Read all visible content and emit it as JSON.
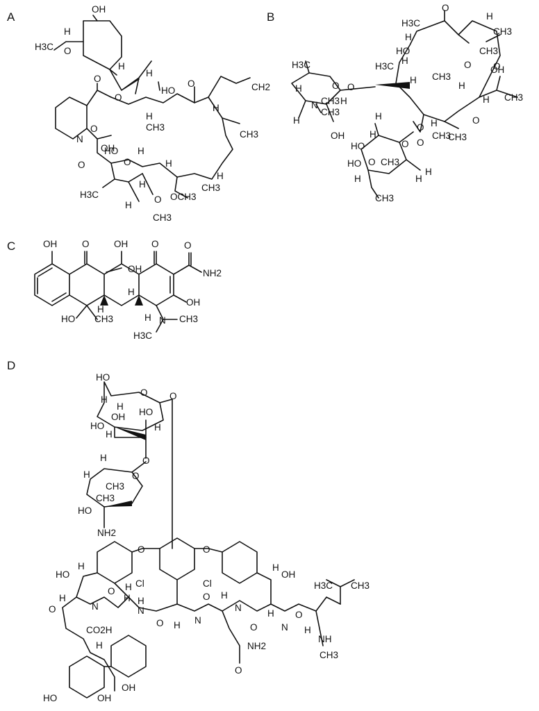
{
  "panels": {
    "a": {
      "label": "A",
      "atoms": [
        "OH",
        "H",
        "H3C",
        "O",
        "H",
        "O",
        "O",
        "HO",
        "O",
        "OH",
        "N",
        "O",
        "HO",
        "H",
        "O",
        "H",
        "O",
        "H3C",
        "H",
        "O",
        "CH3",
        "CH3",
        "H",
        "H",
        "CH3",
        "OCH3",
        "H",
        "CH3",
        "H",
        "CH2",
        "H"
      ]
    },
    "b": {
      "label": "B",
      "atoms": [
        "H3C",
        "H",
        "O",
        "H",
        "HO",
        "H",
        "CH3",
        "H3C",
        "CH3",
        "O",
        "H",
        "CH3",
        "O",
        "OH",
        "H",
        "H",
        "CH3",
        "O",
        "H3C",
        "H",
        "O",
        "N",
        "CH3",
        "CH3",
        "O",
        "H",
        "H",
        "O",
        "CH3",
        "H",
        "CH3",
        "O",
        "HO",
        "H",
        "OH",
        "HO",
        "H",
        "O",
        "CH3",
        "H",
        "O",
        "H",
        "CH3",
        "H"
      ]
    },
    "c": {
      "label": "C",
      "atoms": [
        "OH",
        "O",
        "OH",
        "O",
        "O",
        "NH2",
        "OH",
        "OH",
        "CH3",
        "HO",
        "H",
        "H",
        "H",
        "N",
        "CH3",
        "H3C"
      ]
    },
    "d": {
      "label": "D",
      "atoms": [
        "HO",
        "O",
        "O",
        "H",
        "H",
        "OH",
        "HO",
        "H",
        "HO",
        "O",
        "H",
        "O",
        "H",
        "CH3",
        "H",
        "HO",
        "CH3",
        "NH2",
        "O",
        "O",
        "HO",
        "H",
        "Cl",
        "Cl",
        "OH",
        "H",
        "O",
        "H",
        "N",
        "H",
        "O",
        "H",
        "N",
        "H",
        "O",
        "N",
        "H",
        "O",
        "N",
        "H",
        "O",
        "N",
        "H",
        "CO2H",
        "H",
        "NH2",
        "O",
        "HO",
        "OH",
        "OH",
        "H3C",
        "CH3",
        "H",
        "NH",
        "CH3",
        "O"
      ]
    }
  }
}
